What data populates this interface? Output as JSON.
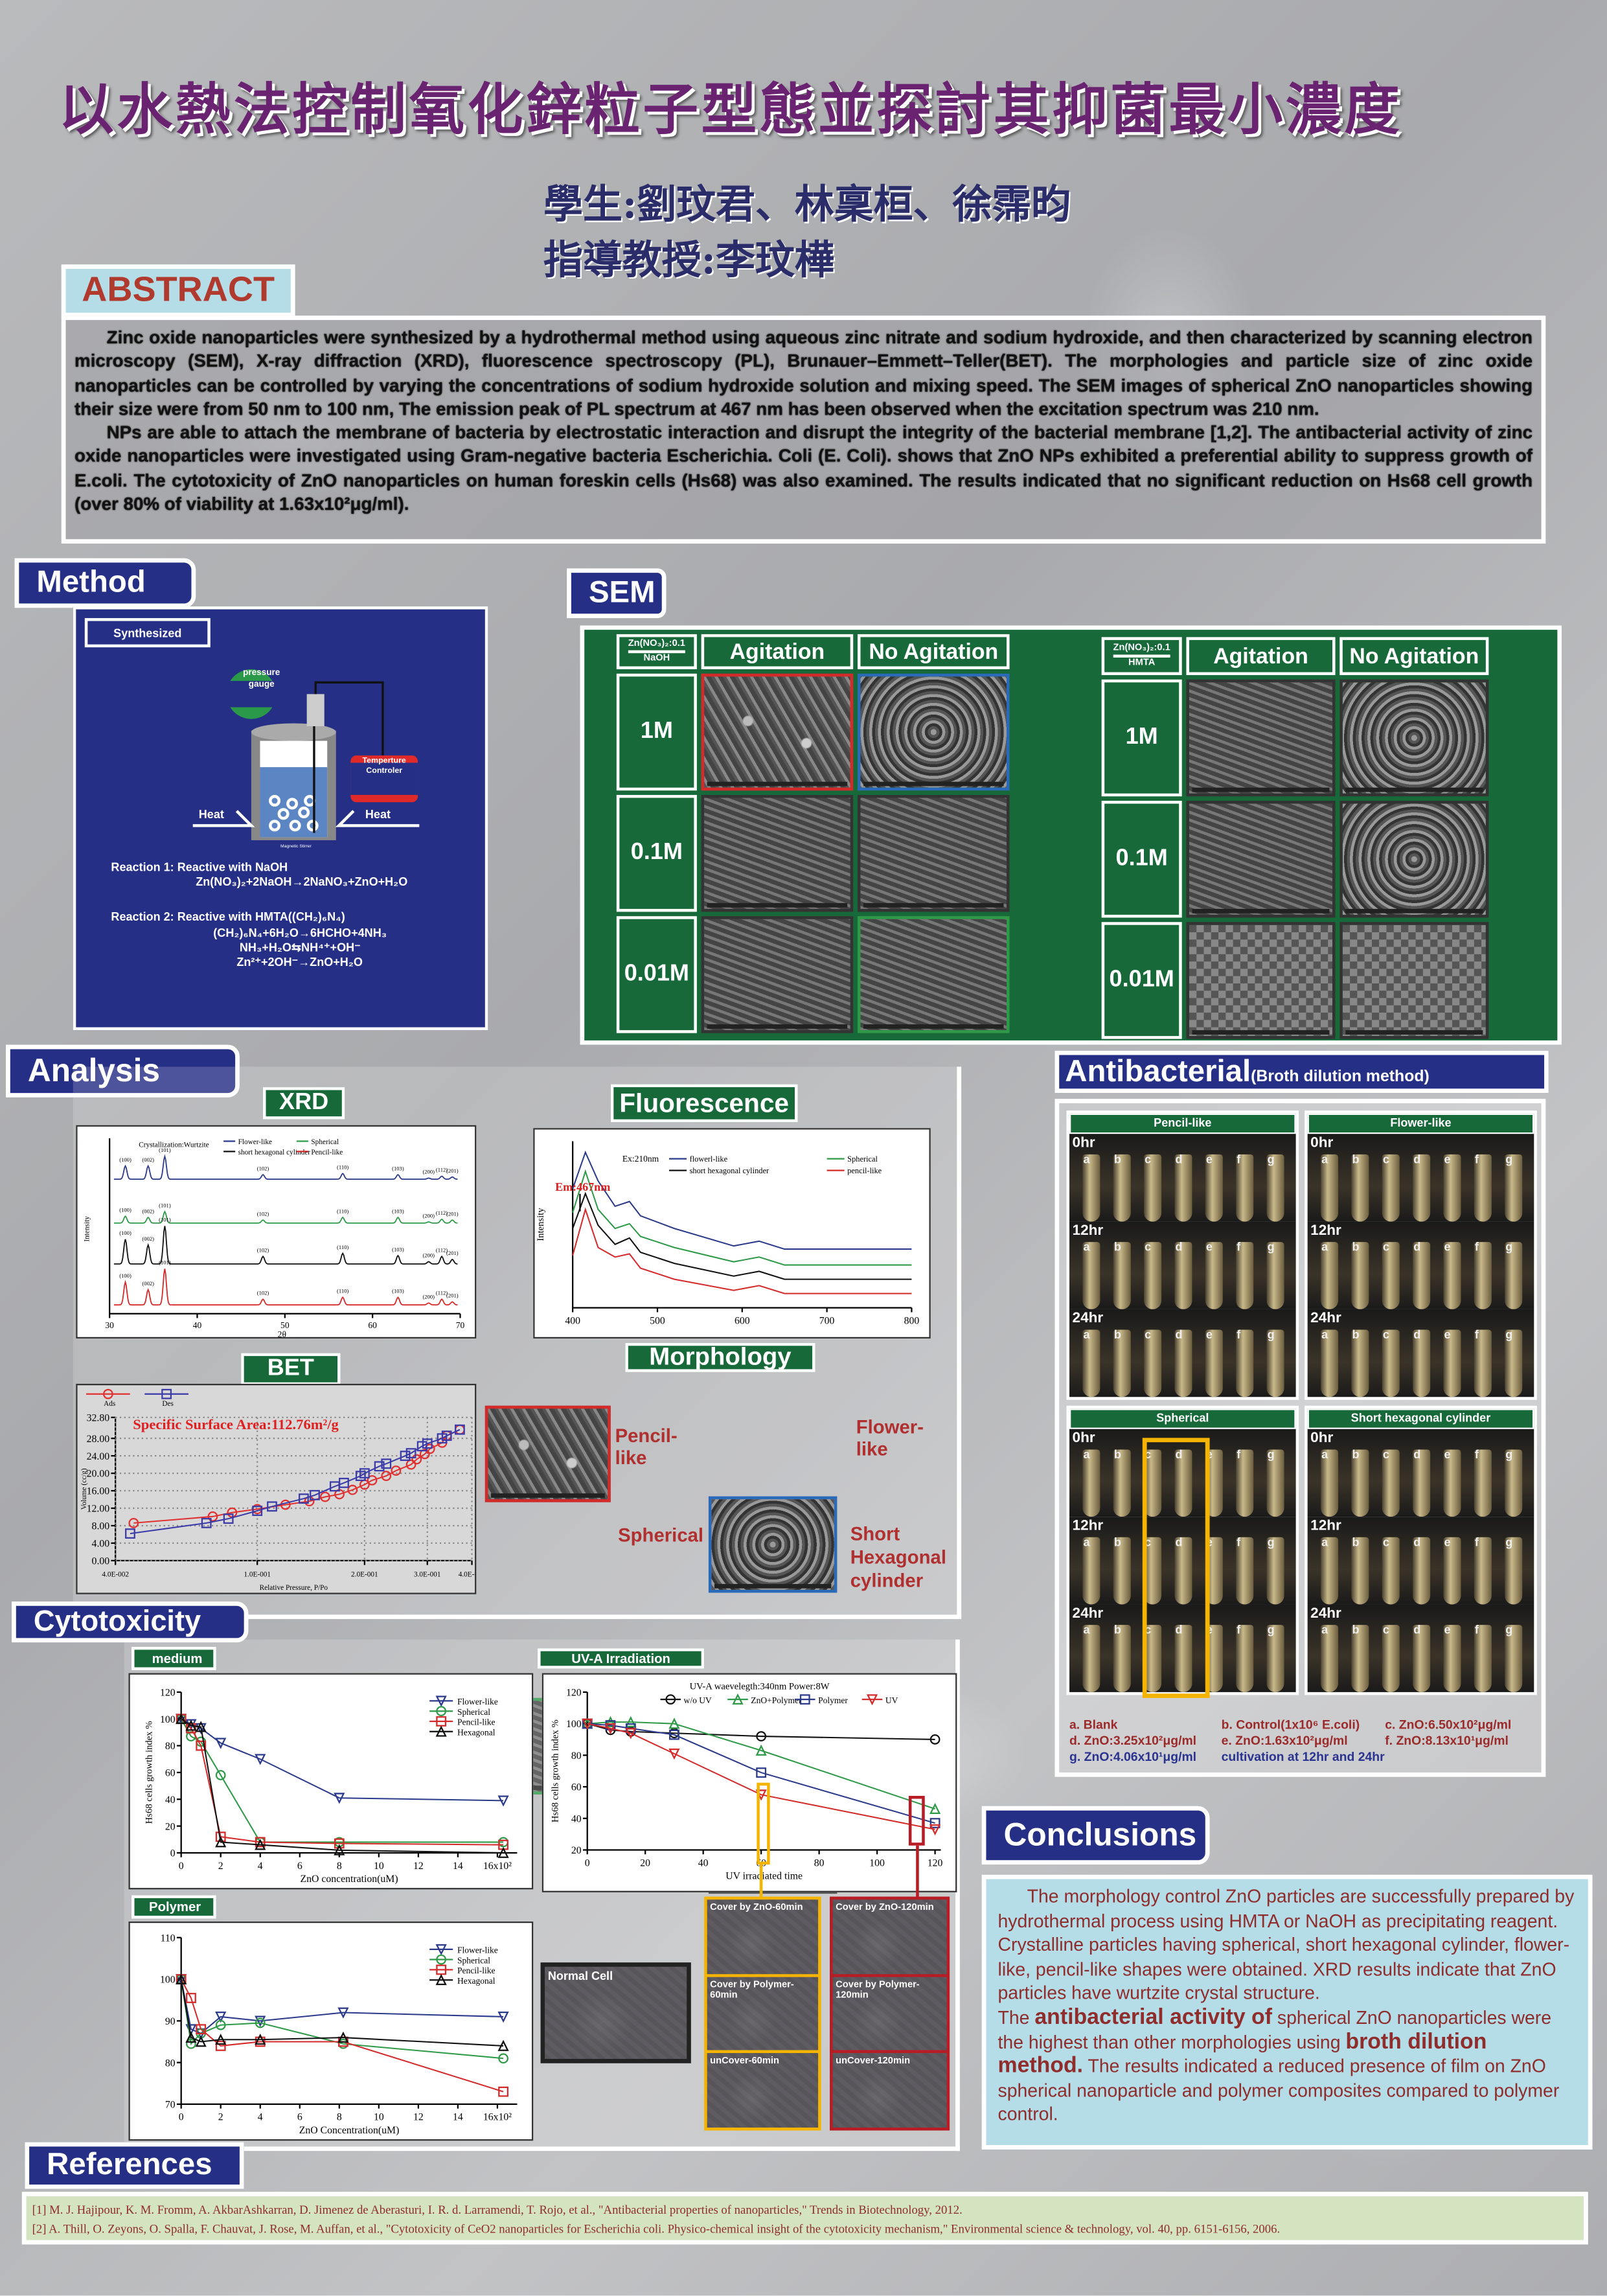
{
  "title": "以水熱法控制氧化鋅粒子型態並探討其抑菌最小濃度",
  "students": "學生:劉玟君、林稟桓、徐霈昀",
  "advisor": "指導教授:李玟樺",
  "abstract": {
    "heading": "ABSTRACT",
    "p1": "Zinc oxide nanoparticles were synthesized by a hydrothermal method using aqueous zinc nitrate and sodium hydroxide, and then characterized by scanning electron microscopy (SEM), X-ray diffraction (XRD), fluorescence spectroscopy (PL), Brunauer–Emmett–Teller(BET). The morphologies and particle size of zinc oxide nanoparticles can be controlled by varying the  concentrations of sodium hydroxide solution and mixing speed. The SEM images of spherical ZnO nanoparticles showing their size were from 50 nm to 100 nm, The emission peak of PL spectrum at 467 nm has been observed when the excitation spectrum was 210 nm.",
    "p2": "NPs are able to attach the membrane of bacteria by electrostatic interaction and disrupt the integrity of the bacterial membrane [1,2]. The antibacterial activity of zinc oxide nanoparticles were investigated using Gram-negative bacteria Escherichia. Coli (E. Coli). shows that ZnO NPs exhibited a preferential ability to suppress growth of E.coli. The cytotoxicity of ZnO nanoparticles on human foreskin cells (Hs68) was also examined. The results indicated that no significant reduction on Hs68 cell growth (over 80% of viability at 1.63x10²μg/ml)."
  },
  "method": {
    "heading": "Method",
    "synth": "Synthesized",
    "gauge": "pressure gauge",
    "controller": "Temperture Controler",
    "heat": "Heat",
    "stirrer": "Magnetic Stirrer",
    "r1_title": "Reaction 1: Reactive with NaOH",
    "r1_eq": "Zn(NO₃)₂+2NaOH→2NaNO₃+ZnO+H₂O",
    "r2_title": "Reaction 2: Reactive with HMTA((CH₂)₆N₄)",
    "r2_eq1": "(CH₂)₆N₄+6H₂O→6HCHO+4NH₃",
    "r2_eq2": "NH₃+H₂O⇆NH⁴⁺+OH⁻",
    "r2_eq3": "Zn²⁺+2OH⁻→ZnO+H₂O"
  },
  "sem": {
    "heading": "SEM",
    "tables": [
      {
        "corner_top": "Zn(NO₃)₂:0.1",
        "corner_bottom": "NaOH",
        "cols": [
          "Agitation",
          "No Agitation"
        ],
        "rows": [
          "1M",
          "0.1M",
          "0.01M"
        ]
      },
      {
        "corner_top": "Zn(NO₃)₂:0.1",
        "corner_bottom": "HMTA",
        "cols": [
          "Agitation",
          "No Agitation"
        ],
        "rows": [
          "1M",
          "0.1M",
          "0.01M"
        ]
      }
    ]
  },
  "analysis": {
    "heading": "Analysis",
    "xrd": "XRD",
    "fluorescence": "Fluorescence",
    "bet": "BET",
    "morphology": "Morphology",
    "morph_labels": [
      "Pencil-like",
      "Flower-like",
      "Spherical",
      "Short Hexagonal cylinder"
    ],
    "em_label": "Em:467nm"
  },
  "cytotoxicity": {
    "heading": "Cytotoxicity",
    "medium": "medium",
    "polymer": "Polymer",
    "uv": "UV-A Irradiation",
    "cells": [
      "Normal Cell",
      "Cover by ZnO-60min",
      "Cover by ZnO-120min",
      "Cover by Polymer-60min",
      "Cover by Polymer-120min",
      "unCover-60min",
      "unCover-120min"
    ]
  },
  "antibacterial": {
    "heading": "Antibacterial",
    "subheading": "(Broth dilution method)",
    "panels": [
      "Pencil-like",
      "Flower-like",
      "Spherical",
      "Short hexagonal cylinder"
    ],
    "times": [
      "0hr",
      "12hr",
      "24hr"
    ],
    "tubes": [
      "a",
      "b",
      "c",
      "d",
      "e",
      "f",
      "g"
    ],
    "legend": [
      "a. Blank",
      "b. Control(1x10⁶ E.coli)",
      "c. ZnO:6.50x10²μg/ml",
      "d. ZnO:3.25x10²μg/ml",
      "e. ZnO:1.63x10²μg/ml",
      "f.  ZnO:8.13x10¹μg/ml",
      "g. ZnO:4.06x10¹μg/ml",
      "cultivation at 12hr and 24hr"
    ]
  },
  "conclusions": {
    "heading": "Conclusions",
    "p1": "The morphology control ZnO particles are successfully prepared by hydrothermal process using HMTA or NaOH as precipitating reagent. Crystalline particles having spherical, short hexagonal cylinder, flower-like, pencil-like shapes were obtained. XRD results indicate that ZnO particles have wurtzite crystal structure.",
    "p2a": "The ",
    "p2b": "antibacterial activity of",
    "p2c": " spherical ZnO nanoparticles were the highest than other morphologies using ",
    "p2d": "broth dilution method.",
    "p2e": " The results  indicated a reduced presence of film on ZnO  spherical  nanoparticle and polymer composites compared to polymer control."
  },
  "references": {
    "heading": "References",
    "items": [
      "[1] M. J. Hajipour, K. M. Fromm, A. AkbarAshkarran, D. Jimenez de Aberasturi, I. R. d. Larramendi, T. Rojo, et al., \"Antibacterial properties of nanoparticles,\" Trends in Biotechnology, 2012.",
      "[2] A. Thill, O. Zeyons, O. Spalla, F. Chauvat, J. Rose, M. Auffan, et al., \"Cytotoxicity of CeO2 nanoparticles for Escherichia coli. Physico-chemical insight of the cytotoxicity mechanism,\" Environmental science & technology, vol. 40, pp. 6151-6156, 2006."
    ]
  },
  "colors": {
    "flower": "#2b3a8a",
    "spherical": "#2e9a48",
    "pencil": "#d42a2a",
    "hexagonal": "#111111"
  },
  "chart_data": [
    {
      "id": "xrd",
      "type": "line",
      "title": "XRD",
      "xlabel": "2θ",
      "ylabel": "Intensity",
      "xlim": [
        30,
        70
      ],
      "xticks": [
        30,
        40,
        50,
        60,
        70
      ],
      "annotation": "Crystallization:Wurtzite",
      "peaks": [
        {
          "hkl": "(100)",
          "x": 31.8
        },
        {
          "hkl": "(002)",
          "x": 34.4
        },
        {
          "hkl": "(101)",
          "x": 36.3
        },
        {
          "hkl": "(102)",
          "x": 47.5
        },
        {
          "hkl": "(110)",
          "x": 56.6
        },
        {
          "hkl": "(103)",
          "x": 62.9
        },
        {
          "hkl": "(200)",
          "x": 66.4
        },
        {
          "hkl": "(112)",
          "x": 67.9
        },
        {
          "hkl": "(201)",
          "x": 69.1
        }
      ],
      "series": [
        {
          "name": "Flower-like",
          "color": "#2b3a8a",
          "intensities": [
            0.35,
            0.35,
            0.6,
            0.12,
            0.15,
            0.12,
            0.03,
            0.08,
            0.06
          ]
        },
        {
          "name": "Spherical",
          "color": "#2e9a48",
          "intensities": [
            0.18,
            0.15,
            0.3,
            0.08,
            0.15,
            0.15,
            0.03,
            0.1,
            0.08
          ]
        },
        {
          "name": "short hexagonal cylinder",
          "color": "#111111",
          "intensities": [
            0.65,
            0.5,
            1.0,
            0.2,
            0.28,
            0.22,
            0.06,
            0.2,
            0.12
          ]
        },
        {
          "name": "Pencil-like",
          "color": "#d42a2a",
          "intensities": [
            0.6,
            0.4,
            0.95,
            0.15,
            0.2,
            0.2,
            0.05,
            0.15,
            0.08
          ]
        }
      ]
    },
    {
      "id": "fluorescence",
      "type": "line",
      "title": "Fluorescence",
      "xlabel": "",
      "ylabel": "Intensity",
      "xlim": [
        400,
        800
      ],
      "xticks": [
        400,
        500,
        600,
        700,
        800
      ],
      "annotation": "Ex:210nm",
      "x": [
        400,
        415,
        430,
        450,
        467,
        480,
        520,
        590,
        620,
        650,
        800
      ],
      "series": [
        {
          "name": "flowerl-like",
          "color": "#2b3a8a",
          "values": [
            75,
            98,
            80,
            64,
            67,
            58,
            50,
            39,
            42,
            37,
            37
          ]
        },
        {
          "name": "Spherical",
          "color": "#2e9a48",
          "values": [
            60,
            86,
            62,
            50,
            53,
            45,
            38,
            29,
            32,
            27,
            27
          ]
        },
        {
          "name": "short hexagonal cylinder",
          "color": "#111111",
          "values": [
            50,
            72,
            52,
            40,
            44,
            35,
            28,
            20,
            23,
            18,
            18
          ]
        },
        {
          "name": "pencil-like",
          "color": "#d42a2a",
          "values": [
            33,
            62,
            38,
            32,
            34,
            25,
            18,
            11,
            14,
            9,
            9
          ]
        }
      ],
      "ylim": [
        0,
        105
      ]
    },
    {
      "id": "bet",
      "type": "line",
      "title": "Specific Surface Area:112.76m²/g",
      "xlabel": "Relative Pressure, P/Po",
      "ylabel": "Volume (cc/g)",
      "xscale": "log",
      "xlim": [
        0.04,
        0.4
      ],
      "xticks": [
        0.04,
        0.1,
        0.2,
        0.3,
        0.4
      ],
      "xticklabels": [
        "4.0E-002",
        "1.0E-001",
        "2.0E-001",
        "3.0E-001",
        "4.0E-001"
      ],
      "ylim": [
        0,
        32.8
      ],
      "yticks": [
        0,
        4,
        8,
        12,
        16,
        20,
        24,
        28,
        32.8
      ],
      "yticklabels": [
        "0.00",
        "4.00",
        "8.00",
        "12.00",
        "16.00",
        "20.00",
        "24.00",
        "28.00",
        "32.80"
      ],
      "series": [
        {
          "name": "Ads",
          "color": "#e03030",
          "marker": "circle",
          "x": [
            0.045,
            0.075,
            0.085,
            0.1,
            0.12,
            0.14,
            0.155,
            0.17,
            0.185,
            0.2,
            0.21,
            0.23,
            0.245,
            0.27,
            0.28,
            0.295,
            0.305,
            0.33,
            0.34,
            0.37
          ],
          "values": [
            8.6,
            10.1,
            11,
            11.8,
            12.8,
            13.6,
            14.6,
            15.2,
            16.2,
            17.4,
            18.4,
            19.4,
            20.6,
            22,
            23.2,
            24.4,
            25.6,
            27,
            28.6,
            30
          ]
        },
        {
          "name": "Des",
          "color": "#3a3aa8",
          "marker": "square",
          "x": [
            0.044,
            0.072,
            0.083,
            0.1,
            0.11,
            0.135,
            0.145,
            0.165,
            0.175,
            0.195,
            0.2,
            0.22,
            0.23,
            0.26,
            0.27,
            0.29,
            0.3,
            0.33,
            0.34,
            0.37
          ],
          "values": [
            6.2,
            8.6,
            9.6,
            11.4,
            12.4,
            14.2,
            15,
            17,
            17.8,
            19.4,
            20,
            21.6,
            22.2,
            24,
            24.6,
            26.2,
            26.8,
            28,
            28.6,
            30
          ]
        }
      ]
    },
    {
      "id": "medium",
      "type": "line",
      "title": "medium",
      "xlabel": "ZnO concentration(uM)",
      "ylabel": "Hs68 cells growth index %",
      "xlim": [
        0,
        17
      ],
      "ylim": [
        0,
        120
      ],
      "xticks": [
        0,
        2,
        4,
        6,
        8,
        10,
        12,
        14,
        16
      ],
      "xticklabels": [
        "0",
        "2",
        "4",
        "6",
        "8",
        "10",
        "12",
        "14",
        "16x10²"
      ],
      "yticks": [
        0,
        20,
        40,
        60,
        80,
        100,
        120
      ],
      "x": [
        0,
        0.5,
        1,
        2,
        4,
        8,
        16.3
      ],
      "series": [
        {
          "name": "Flower-like",
          "color": "#2b3a8a",
          "marker": "tri-down",
          "values": [
            100,
            96,
            93,
            82,
            70,
            41,
            39
          ]
        },
        {
          "name": "Spherical",
          "color": "#2e9a48",
          "marker": "circle",
          "values": [
            100,
            87,
            83,
            58,
            8,
            8,
            8
          ]
        },
        {
          "name": "Pencil-like",
          "color": "#d42a2a",
          "marker": "square",
          "values": [
            100,
            93,
            80,
            12,
            8,
            7,
            6
          ]
        },
        {
          "name": "Hexagonal",
          "color": "#111111",
          "marker": "tri-up",
          "values": [
            100,
            95,
            94,
            8,
            6,
            2,
            0
          ]
        }
      ]
    },
    {
      "id": "polymer",
      "type": "line",
      "title": "Polymer",
      "xlabel": "ZnO Concentration(uM)",
      "ylabel": "",
      "xlim": [
        0,
        17
      ],
      "ylim": [
        70,
        110
      ],
      "xticks": [
        0,
        2,
        4,
        6,
        8,
        10,
        12,
        14,
        16
      ],
      "xticklabels": [
        "0",
        "2",
        "4",
        "6",
        "8",
        "10",
        "12",
        "14",
        "16x10²"
      ],
      "yticks": [
        70,
        80,
        90,
        100,
        110
      ],
      "x": [
        0,
        0.5,
        1,
        2,
        4,
        8.2,
        16.3
      ],
      "series": [
        {
          "name": "Flower-like",
          "color": "#2b3a8a",
          "marker": "tri-down",
          "values": [
            100,
            88,
            87,
            91,
            90,
            92,
            91
          ]
        },
        {
          "name": "Spherical",
          "color": "#2e9a48",
          "marker": "circle",
          "values": [
            100,
            84.5,
            87,
            89,
            89.5,
            84.5,
            81
          ]
        },
        {
          "name": "Pencil-like",
          "color": "#d42a2a",
          "marker": "square",
          "values": [
            100,
            95.5,
            88,
            84,
            85,
            85,
            73
          ]
        },
        {
          "name": "Hexagonal",
          "color": "#111111",
          "marker": "tri-up",
          "values": [
            100,
            86,
            85,
            85.5,
            85.5,
            86,
            84
          ]
        }
      ]
    },
    {
      "id": "uv",
      "type": "line",
      "title": "UV-A waevelegth:340nm Power:8W",
      "xlabel": "UV irradiated time",
      "ylabel": "Hs68 cells growth index %",
      "xlim": [
        0,
        122
      ],
      "ylim": [
        20,
        120
      ],
      "xticks": [
        0,
        20,
        40,
        60,
        80,
        100,
        120
      ],
      "yticks": [
        20,
        40,
        60,
        80,
        100,
        120
      ],
      "x": [
        0,
        8,
        15,
        30,
        60,
        120
      ],
      "series": [
        {
          "name": "w/o UV",
          "color": "#111111",
          "marker": "circle",
          "values": [
            100,
            96,
            95,
            94,
            92,
            90
          ]
        },
        {
          "name": "ZnO+Polymer",
          "color": "#2e9a48",
          "marker": "tri-up",
          "values": [
            100,
            101,
            101,
            100,
            83,
            46
          ]
        },
        {
          "name": "Polymer",
          "color": "#2b3a8a",
          "marker": "square",
          "values": [
            100,
            99,
            97,
            93,
            69,
            37
          ]
        },
        {
          "name": "UV",
          "color": "#d42a2a",
          "marker": "tri-down",
          "values": [
            100,
            97,
            94,
            81,
            55,
            33
          ]
        }
      ]
    }
  ]
}
